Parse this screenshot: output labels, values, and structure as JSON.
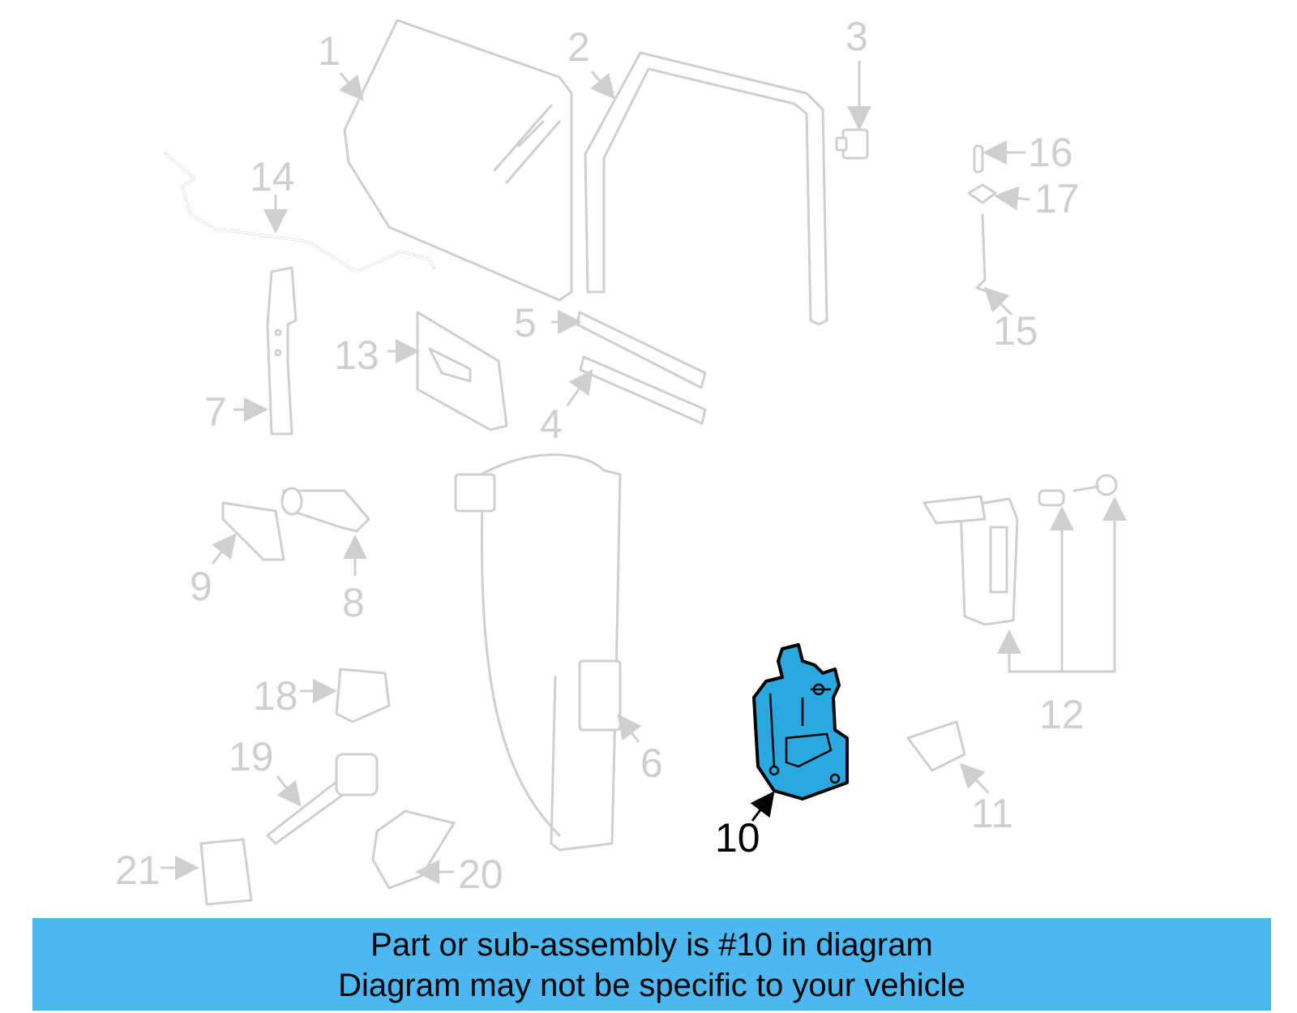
{
  "diagram": {
    "highlighted_part": "10",
    "highlight_color": "#29a9e0",
    "muted_color": "#cfcfcf",
    "callouts": [
      "1",
      "2",
      "3",
      "4",
      "5",
      "6",
      "7",
      "8",
      "9",
      "10",
      "11",
      "12",
      "13",
      "14",
      "15",
      "16",
      "17",
      "18",
      "19",
      "20",
      "21"
    ]
  },
  "footer": {
    "background": "#4cb7f0",
    "line1": "Part or sub-assembly is #10 in diagram",
    "line2": "Diagram may not be specific to your vehicle"
  }
}
